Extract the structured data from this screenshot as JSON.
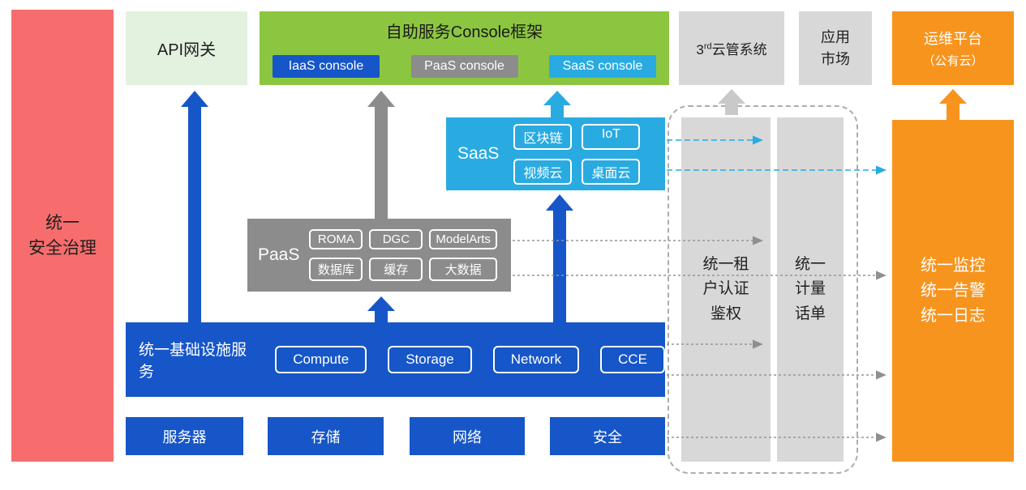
{
  "colors": {
    "red": "#F76D6D",
    "light_green": "#E3F1DF",
    "green": "#8CC640",
    "blue": "#1656C8",
    "gray": "#8C8C8C",
    "light_gray": "#D8D8D8",
    "cyan": "#29ABE2",
    "orange": "#F7941E"
  },
  "security_bar": {
    "label": "统一\n安全治理"
  },
  "api_gateway": {
    "label": "API网关"
  },
  "console_framework": {
    "title": "自助服务Console框架",
    "consoles": [
      {
        "label": "IaaS console"
      },
      {
        "label": "PaaS console"
      },
      {
        "label": "SaaS console"
      }
    ]
  },
  "third_cloud": {
    "prefix": "3",
    "sup": "rd",
    "suffix": "云管系统"
  },
  "app_market": {
    "label": "应用\n市场"
  },
  "om_platform": {
    "label": "运维平台",
    "sublabel": "（公有云）"
  },
  "saas": {
    "label": "SaaS",
    "chips": [
      "区块链",
      "IoT",
      "视频云",
      "桌面云"
    ]
  },
  "paas": {
    "label": "PaaS",
    "chips": [
      "ROMA",
      "DGC",
      "ModelArts",
      "数据库",
      "缓存",
      "大数据"
    ]
  },
  "infrastructure": {
    "label": "统一基础设施服务",
    "chips": [
      "Compute",
      "Storage",
      "Network",
      "CCE"
    ]
  },
  "hardware": {
    "items": [
      "服务器",
      "存储",
      "网络",
      "安全"
    ]
  },
  "auth_column": {
    "label": "统一租\n户认证\n鉴权"
  },
  "metering_column": {
    "label": "统一\n计量\n话单"
  },
  "monitoring": {
    "label": "统一监控\n统一告警\n统一日志"
  }
}
